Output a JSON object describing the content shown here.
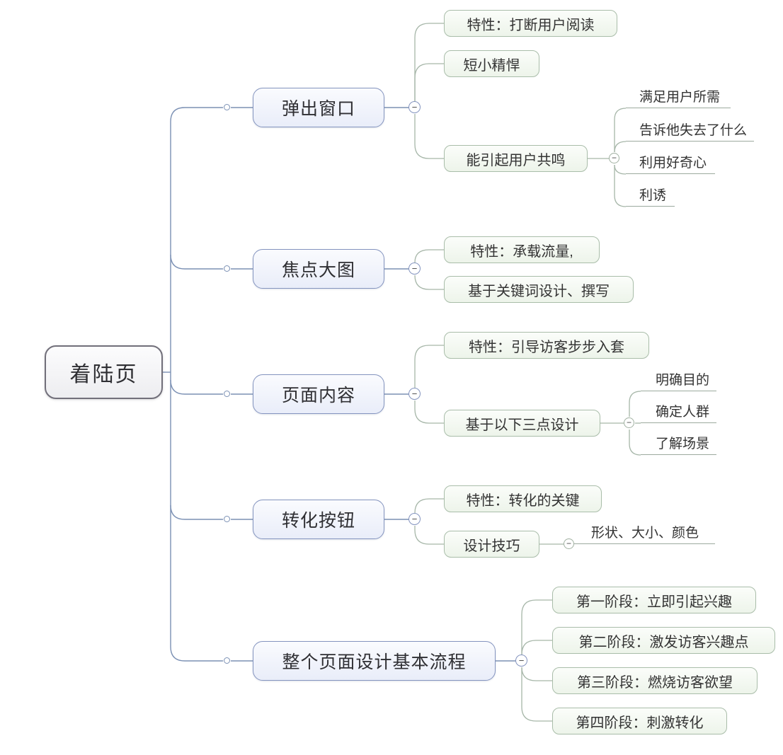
{
  "root": {
    "label": "着陆页"
  },
  "branches": [
    {
      "label": "弹出窗口",
      "children": [
        {
          "label": "特性：打断用户阅读"
        },
        {
          "label": "短小精悍"
        },
        {
          "label": "能引起用户共鸣",
          "children": [
            {
              "label": "满足用户所需"
            },
            {
              "label": "告诉他失去了什么"
            },
            {
              "label": "利用好奇心"
            },
            {
              "label": "利诱"
            }
          ]
        }
      ]
    },
    {
      "label": "焦点大图",
      "children": [
        {
          "label": "特性：承载流量,"
        },
        {
          "label": "基于关键词设计、撰写"
        }
      ]
    },
    {
      "label": "页面内容",
      "children": [
        {
          "label": "特性：引导访客步步入套"
        },
        {
          "label": "基于以下三点设计",
          "children": [
            {
              "label": "明确目的"
            },
            {
              "label": "确定人群"
            },
            {
              "label": "了解场景"
            }
          ]
        }
      ]
    },
    {
      "label": "转化按钮",
      "children": [
        {
          "label": "特性：转化的关键"
        },
        {
          "label": "设计技巧",
          "children": [
            {
              "label": "形状、大小、颜色"
            }
          ]
        }
      ]
    },
    {
      "label": "整个页面设计基本流程",
      "children": [
        {
          "label": "第一阶段：立即引起兴趣"
        },
        {
          "label": "第二阶段：激发访客兴趣点"
        },
        {
          "label": "第三阶段：燃烧访客欲望"
        },
        {
          "label": "第四阶段：刺激转化"
        }
      ]
    }
  ],
  "icons": {
    "collapse": "−"
  },
  "colors": {
    "branch_line": "#7b90b4",
    "child_line": "#a6b6a8",
    "level1_border": "#8494bf",
    "level1_fill": "#e9edf9",
    "level2_border": "#a9bda9",
    "level2_fill": "#edf4ea",
    "root_border": "#716f7a",
    "root_fill": "#ededf0",
    "underline": "#9caa9e",
    "text": "#333333"
  }
}
